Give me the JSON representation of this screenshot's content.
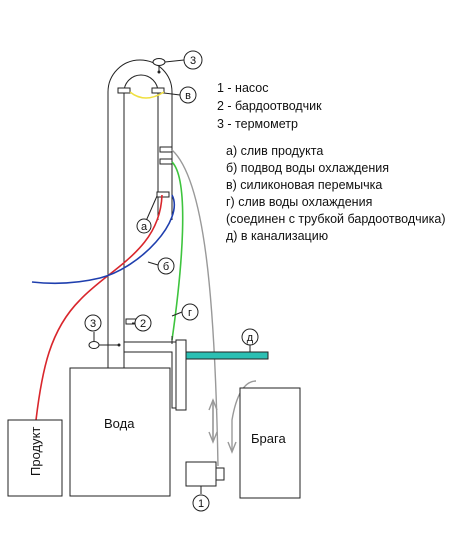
{
  "legend_numbers": [
    {
      "text": "1 - насос"
    },
    {
      "text": "2 - бардоотводчик"
    },
    {
      "text": "3 - термометр"
    }
  ],
  "legend_letters": [
    {
      "text": "а) слив продукта"
    },
    {
      "text": "б) подвод воды охлаждения"
    },
    {
      "text": "в) силиконовая перемычка"
    },
    {
      "text": "г) слив воды охлаждения"
    },
    {
      "text": "(соединен с трубкой бардоотводчика)"
    },
    {
      "text": "д) в канализацию"
    }
  ],
  "callouts": {
    "thermometer_top": "3",
    "silicone_bridge": "в",
    "product_outlet": "а",
    "water_inlet": "б",
    "barda_trap": "2",
    "thermometer_side": "3",
    "water_drain": "г",
    "sewer": "д",
    "pump": "1"
  },
  "boxes": {
    "water": "Вода",
    "mash": "Брага",
    "product": "Продукт"
  },
  "colors": {
    "stroke": "#222222",
    "red_line": "#d9262c",
    "blue_line": "#1f3fae",
    "green_line": "#3ec43e",
    "yellow_line": "#f0e040",
    "teal_pipe": "#2bbfb3"
  }
}
